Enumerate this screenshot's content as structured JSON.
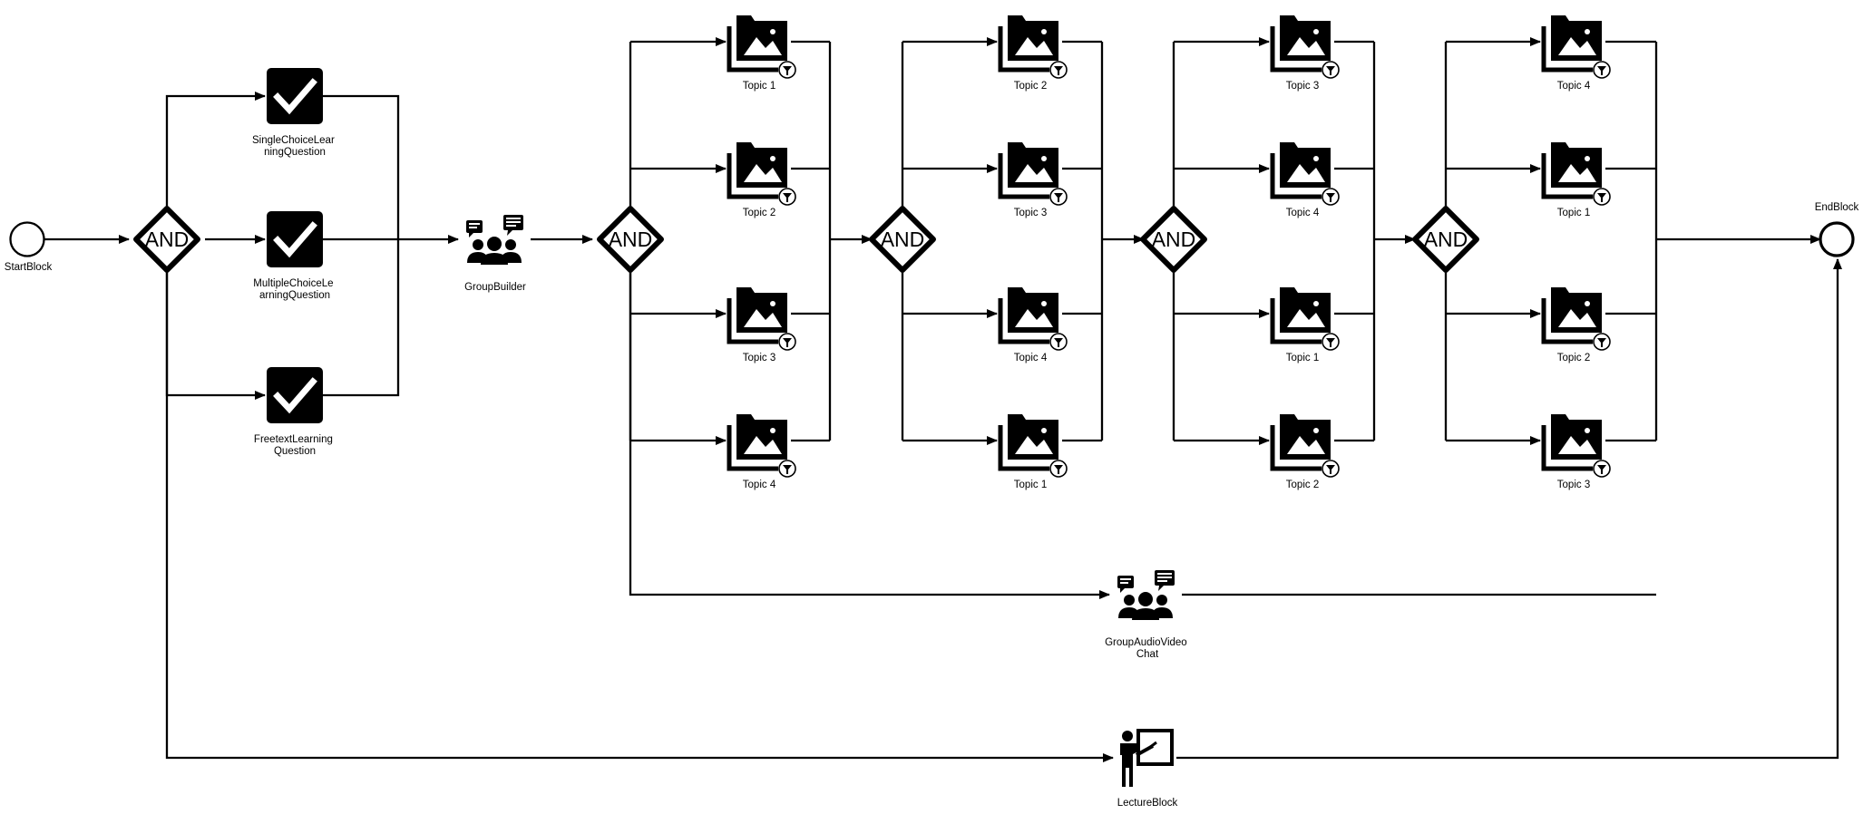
{
  "start": {
    "label": "StartBlock"
  },
  "end": {
    "label": "EndBlock"
  },
  "gate_label": "AND",
  "questions": [
    {
      "lines": [
        "SingleChoiceLear",
        "ningQuestion"
      ]
    },
    {
      "lines": [
        "MultipleChoiceLe",
        "arningQuestion"
      ]
    },
    {
      "lines": [
        "FreetextLearning",
        "Question"
      ]
    }
  ],
  "group_builder": {
    "label": "GroupBuilder"
  },
  "rounds": [
    {
      "topics": [
        "Topic 1",
        "Topic 2",
        "Topic 3",
        "Topic 4"
      ]
    },
    {
      "topics": [
        "Topic 2",
        "Topic 3",
        "Topic 4",
        "Topic 1"
      ]
    },
    {
      "topics": [
        "Topic 3",
        "Topic 4",
        "Topic 1",
        "Topic 2"
      ]
    },
    {
      "topics": [
        "Topic 4",
        "Topic 1",
        "Topic 2",
        "Topic 3"
      ]
    }
  ],
  "group_chat": {
    "lines": [
      "GroupAudioVideo",
      "Chat"
    ]
  },
  "lecture": {
    "label": "LectureBlock"
  },
  "icons": {
    "start": "start-event-circle",
    "end": "end-event-circle",
    "gate": "and-gateway-diamond",
    "question": "checkbox-check-icon",
    "group": "group-chat-people-icon",
    "topic": "photo-folder-filter-icon",
    "lecture": "presenter-board-icon"
  },
  "colors": {
    "stroke": "#000000",
    "background": "#ffffff"
  }
}
